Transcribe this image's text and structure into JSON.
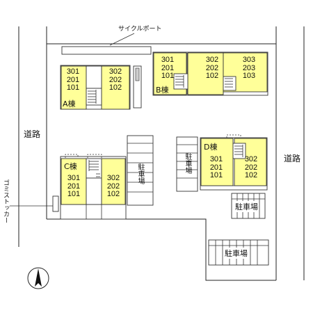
{
  "labels": {
    "road_left": "道路",
    "road_right": "道路",
    "bike_port": "サイクルポート",
    "garbage": "ゴミストッカー",
    "parking_vertical_1": "駐車場",
    "parking_vertical_2": "駐車場",
    "parking_right_1": "駐車場",
    "parking_right_2": "駐車場",
    "north": "N"
  },
  "buildings": {
    "A": {
      "name": "A棟",
      "left_units": [
        "301",
        "201",
        "101"
      ],
      "right_units": [
        "302",
        "202",
        "102"
      ]
    },
    "B": {
      "name": "B棟",
      "col1": [
        "301",
        "201",
        "101"
      ],
      "col2": [
        "302",
        "202",
        "102"
      ],
      "col3": [
        "303",
        "203",
        "103"
      ]
    },
    "C": {
      "name": "C棟",
      "left_units": [
        "301",
        "201",
        "101"
      ],
      "right_units": [
        "302",
        "202",
        "102"
      ]
    },
    "D": {
      "name": "D棟",
      "left_units": [
        "301",
        "201",
        "101"
      ],
      "right_units": [
        "302",
        "202",
        "102"
      ]
    }
  },
  "colors": {
    "unit_fill": "#ffff99",
    "line": "#222222",
    "parking_gray": "#cfcfcf"
  }
}
